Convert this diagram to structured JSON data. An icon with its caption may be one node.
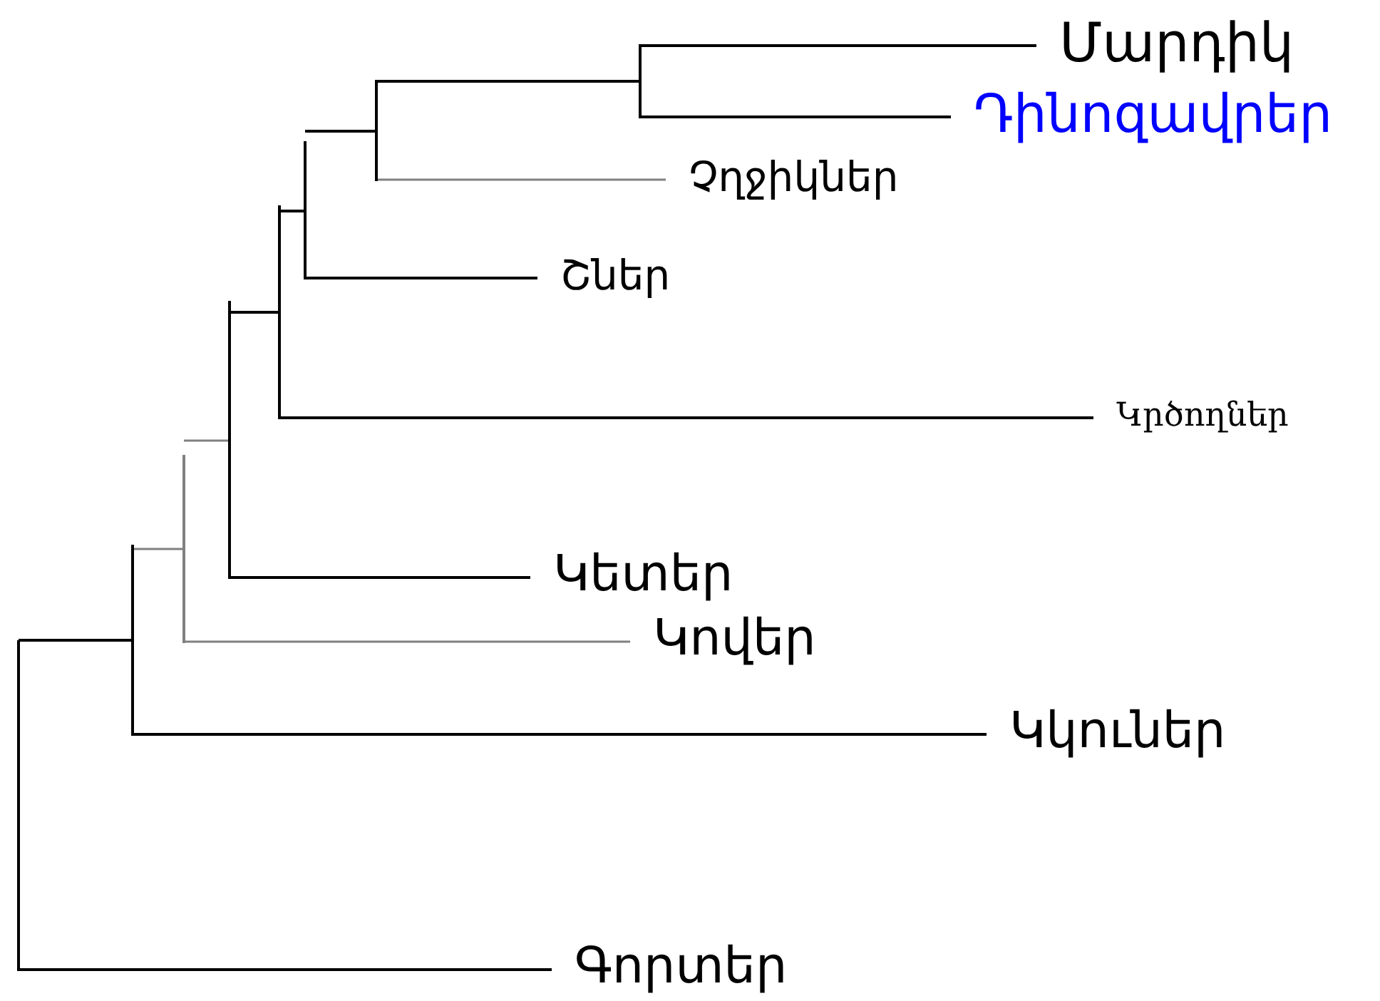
{
  "diagram": {
    "nodes": [
      {
        "text": [
          "Մարդիկ"
        ]
      },
      {
        "text": [
          "Դինոզավրեր"
        ]
      },
      {
        "text": [
          "Չղջիկներ"
        ]
      },
      {
        "text": [
          "Շներ"
        ]
      },
      {
        "text": [
          "Կրծողներ"
        ]
      },
      {
        "text": [
          "Կետեր"
        ]
      },
      {
        "text": [
          "Կովեր"
        ]
      },
      {
        "text": [
          "Կկուներ"
        ]
      },
      {
        "text": [
          "Գորտեր"
        ]
      },
      {
        "text": [],
        "shape": "bar"
      },
      {
        "text": [],
        "shape": "bar"
      },
      {
        "text": [],
        "shape": "bar"
      },
      {
        "text": [],
        "shape": "bar"
      },
      {
        "text": [],
        "shape": "bar"
      },
      {
        "text": [],
        "shape": "bar"
      },
      {
        "text": [],
        "shape": "bar"
      },
      {
        "text": [],
        "shape": "bar"
      }
    ],
    "edges": [
      {
        "from": 9,
        "to": 10,
        "arrow": "none"
      },
      {
        "from": 9,
        "to": 8,
        "arrow": "none"
      },
      {
        "from": 10,
        "to": 11,
        "arrow": "none",
        "color": "#808080"
      },
      {
        "from": 10,
        "to": 7,
        "arrow": "none"
      },
      {
        "from": 11,
        "to": 12,
        "arrow": "none",
        "color": "#808080"
      },
      {
        "from": 11,
        "to": 6,
        "arrow": "none",
        "color": "#808080"
      },
      {
        "from": 12,
        "to": 13,
        "arrow": "none"
      },
      {
        "from": 12,
        "to": 5,
        "arrow": "none"
      },
      {
        "from": 13,
        "to": 14,
        "arrow": "none"
      },
      {
        "from": 13,
        "to": 4,
        "arrow": "none"
      },
      {
        "from": 14,
        "to": 15,
        "arrow": "none"
      },
      {
        "from": 14,
        "to": 3,
        "arrow": "none"
      },
      {
        "from": 15,
        "to": 16,
        "arrow": "none"
      },
      {
        "from": 15,
        "to": 2,
        "arrow": "none",
        "color": "#808080"
      },
      {
        "from": 16,
        "to": 0,
        "arrow": "none"
      },
      {
        "from": 16,
        "to": 1,
        "arrow": "none"
      }
    ]
  }
}
